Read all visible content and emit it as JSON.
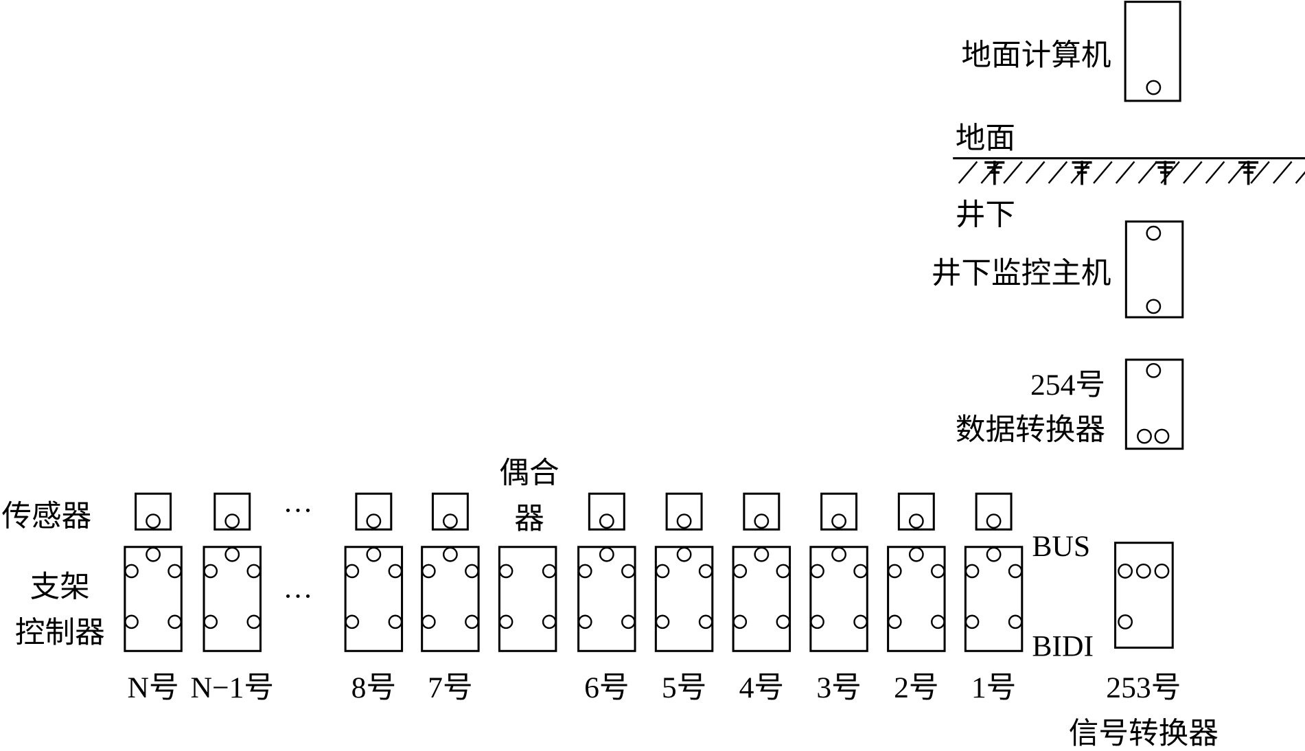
{
  "ground": {
    "computer_label": "地面计算机",
    "surface_label": "地面",
    "underground_label": "井下",
    "host_label": "井下监控主机"
  },
  "converter254": {
    "number": "254号",
    "name": "数据转换器"
  },
  "converter253": {
    "number": "253号",
    "name": "信号转换器"
  },
  "bus_label": "BUS",
  "bidi_label": "BIDI",
  "row_labels": {
    "sensor": "传感器",
    "controller_line1": "支架",
    "controller_line2": "控制器"
  },
  "coupler_label_line1": "偶合",
  "coupler_label_line2": "器",
  "ellipsis": "···",
  "units": [
    {
      "label": "N号",
      "italic_prefix": "N",
      "suffix": "号",
      "type": "controller"
    },
    {
      "label": "N−1号",
      "italic_prefix": "N",
      "suffix": "−1号",
      "type": "controller"
    },
    {
      "label": "8号",
      "type": "controller"
    },
    {
      "label": "7号",
      "type": "controller"
    },
    {
      "label": "",
      "type": "coupler"
    },
    {
      "label": "6号",
      "type": "controller"
    },
    {
      "label": "5号",
      "type": "controller"
    },
    {
      "label": "4号",
      "type": "controller"
    },
    {
      "label": "3号",
      "type": "controller"
    },
    {
      "label": "2号",
      "type": "controller"
    },
    {
      "label": "1号",
      "type": "controller"
    }
  ]
}
